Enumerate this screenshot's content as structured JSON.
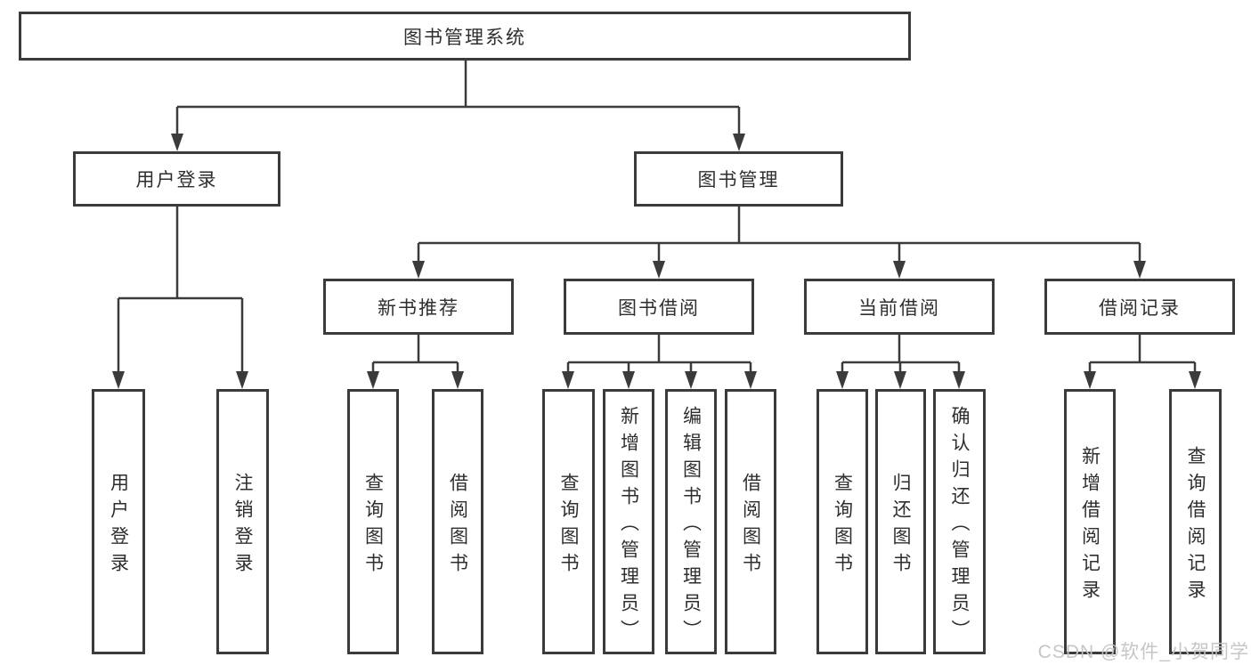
{
  "diagram": {
    "root": {
      "label": "图书管理系统"
    },
    "level2": [
      {
        "label": "用户登录",
        "children": [
          {
            "label": "用户登录"
          },
          {
            "label": "注销登录"
          }
        ]
      },
      {
        "label": "图书管理",
        "children": [
          {
            "label": "新书推荐",
            "children": [
              {
                "label": "查询图书"
              },
              {
                "label": "借阅图书"
              }
            ]
          },
          {
            "label": "图书借阅",
            "children": [
              {
                "label": "查询图书"
              },
              {
                "label": "新增图书（管理员）"
              },
              {
                "label": "编辑图书（管理员）"
              },
              {
                "label": "借阅图书"
              }
            ]
          },
          {
            "label": "当前借阅",
            "children": [
              {
                "label": "查询图书"
              },
              {
                "label": "归还图书"
              },
              {
                "label": "确认归还（管理员）"
              }
            ]
          },
          {
            "label": "借阅记录",
            "children": [
              {
                "label": "新增借阅记录"
              },
              {
                "label": "查询借阅记录"
              }
            ]
          }
        ]
      }
    ]
  },
  "watermark": {
    "text": "CSDN @软件_小贺同学"
  },
  "colors": {
    "line": "#3b3b3b",
    "text": "#2e2e2e",
    "box_border": "#3b3b3b",
    "background": "#ffffff",
    "watermark": "#c3c3c3"
  }
}
